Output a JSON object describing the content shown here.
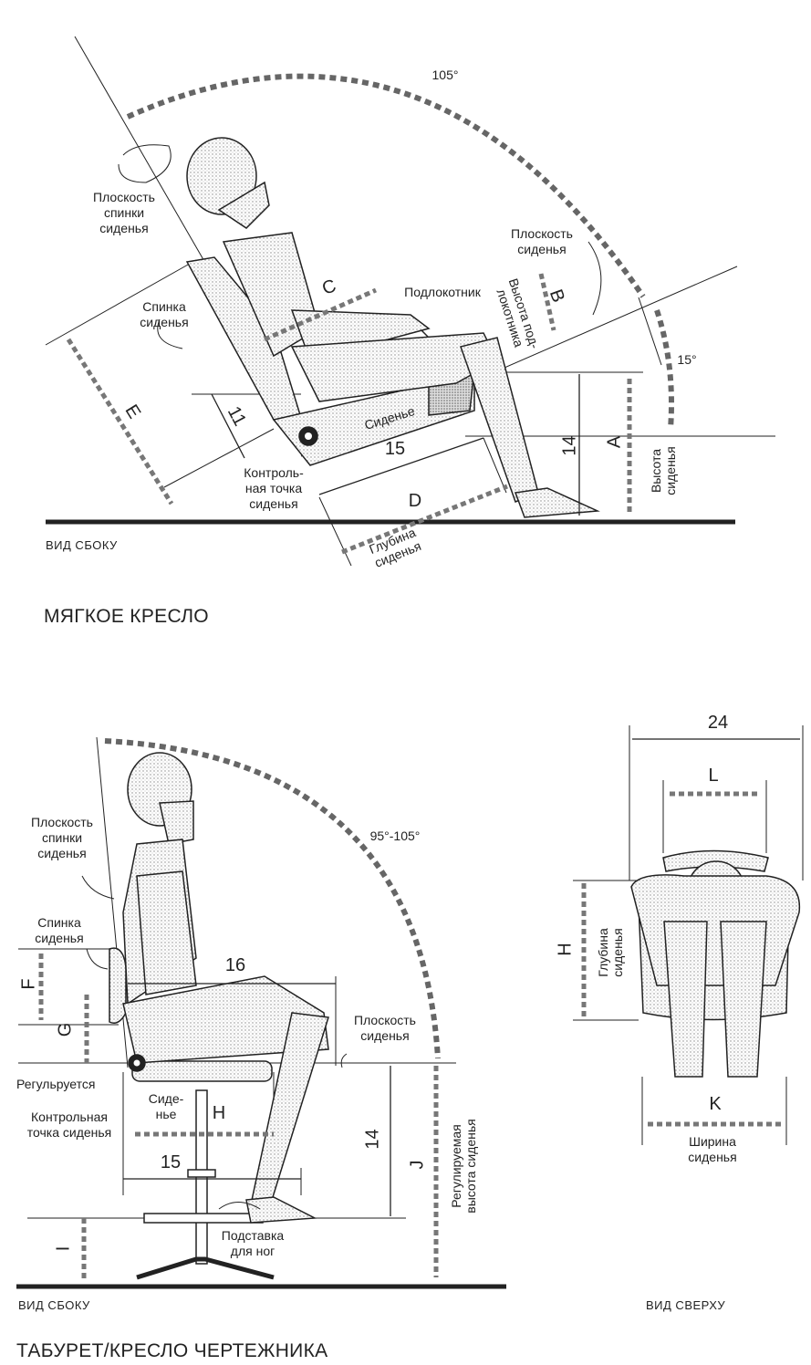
{
  "armchair": {
    "view_label": "ВИД СБОКУ",
    "title": "МЯГКОЕ КРЕСЛО",
    "angle_back": "105°",
    "angle_seat": "15°",
    "backrest_plane": "Плоскость\nспинки\nсиденья",
    "backrest": "Спинка\nсиденья",
    "seat_plane": "Плоскость\nсиденья",
    "armrest": "Подлокотник",
    "armrest_height": "Высота под-\nлокотника",
    "seat": "Сиденье",
    "seat_ref_point": "Контроль-\nная точка\nсиденья",
    "seat_depth": "Глубина\nсиденья",
    "seat_height": "Высота\nсиденья",
    "letters": {
      "a": "A",
      "b": "B",
      "c": "C",
      "d": "D",
      "e": "E"
    },
    "dims": {
      "d11": "11",
      "d14": "14",
      "d15": "15"
    }
  },
  "stool": {
    "view_label": "ВИД СБОКУ",
    "title": "ТАБУРЕТ/КРЕСЛО ЧЕРТЕЖНИКА",
    "angle": "95°-105°",
    "backrest_plane": "Плоскость\nспинки\nсиденья",
    "backrest": "Спинка\nсиденья",
    "adjustable": "Регульруется",
    "seat_ref_point": "Контрольная\nточка сиденья",
    "seat": "Сиде-\nнье",
    "seat_plane": "Плоскость\nсиденья",
    "footrest": "Подставка\nдля ног",
    "adjustable_height": "Регулируемая\nвысота сиденья",
    "letters": {
      "f": "F",
      "g": "G",
      "h": "H",
      "i": "I",
      "j": "J"
    },
    "dims": {
      "d16": "16",
      "d15": "15",
      "d14": "14"
    }
  },
  "top_view": {
    "view_label": "ВИД СВЕРХУ",
    "seat_depth": "Глубина\nсиденья",
    "seat_width": "Ширина\nсиденья",
    "letters": {
      "h": "H",
      "k": "K",
      "l": "L"
    },
    "dims": {
      "d24": "24"
    }
  }
}
